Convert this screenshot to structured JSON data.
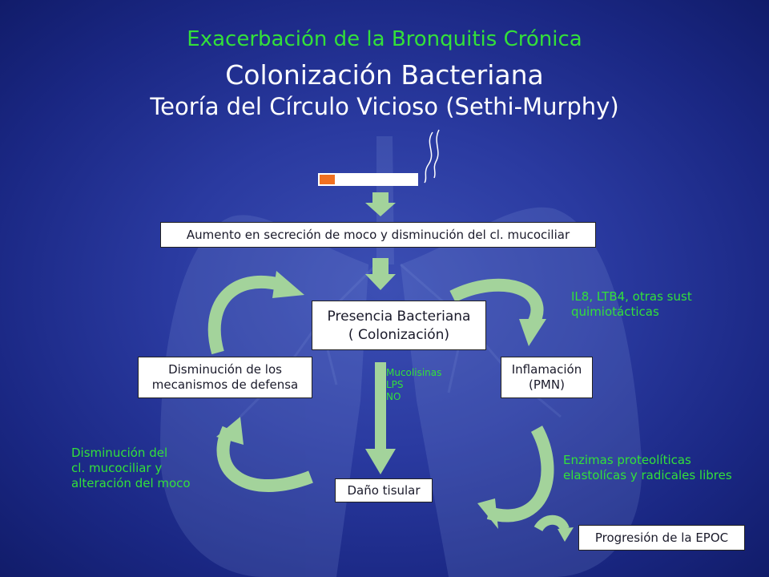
{
  "title": {
    "line1": "Exacerbación de la Bronquitis Crónica",
    "line2": "Colonización Bacteriana",
    "line3": "Teoría del Círculo Vicioso (Sethi-Murphy)"
  },
  "boxes": {
    "moco": "Aumento en secreción de moco y disminución del cl. mucociliar",
    "bacteriana_1": "Presencia Bacteriana",
    "bacteriana_2": "( Colonización)",
    "defensa_1": "Disminución de los",
    "defensa_2": "mecanismos de defensa",
    "inflamacion_1": "Inflamación",
    "inflamacion_2": "(PMN)",
    "dano": "Daño tisular",
    "epoc": "Progresión de la EPOC"
  },
  "labels": {
    "il8_1": "IL8, LTB4, otras sust",
    "il8_2": "quimiotácticas",
    "enzimas_1": "Enzimas proteolíticas",
    "enzimas_2": "elastolícas y radicales libres",
    "dism_1": "Disminución del",
    "dism_2": "cl. mucociliar y",
    "dism_3": "alteración del moco",
    "muco_1": "Mucolisinas",
    "muco_2": "LPS",
    "muco_3": "NO"
  },
  "colors": {
    "background": "#2a3aa0",
    "title_green": "#33e03a",
    "arrow_green": "#a3d39b",
    "cigarette_tip": "#f07020"
  },
  "icons": [
    "cigarette-icon",
    "lungs-background"
  ]
}
